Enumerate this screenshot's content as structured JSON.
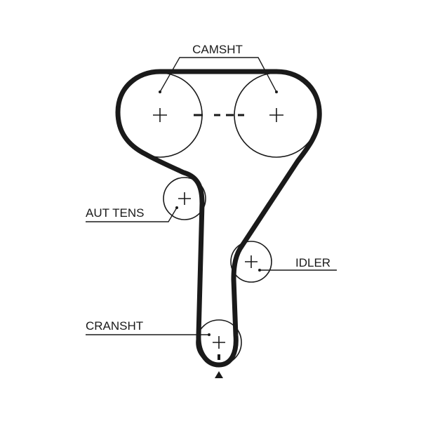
{
  "labels": {
    "camshaft": "CAMSHT",
    "tensioner": "AUT TENS",
    "idler": "IDLER",
    "crankshaft": "CRANSHT"
  },
  "colors": {
    "belt": "#1a1a1a",
    "pulley": "#1a1a1a",
    "background": "#ffffff"
  },
  "icons": {
    "timing_mark": "triangle-up"
  }
}
